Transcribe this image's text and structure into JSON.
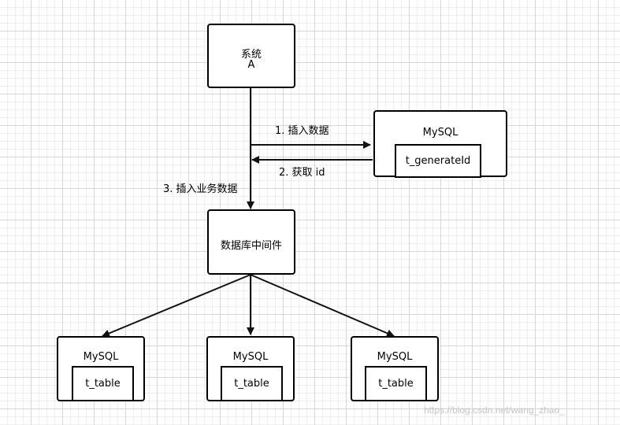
{
  "system_a": {
    "line1": "系统",
    "line2": "A"
  },
  "id_db": {
    "title": "MySQL",
    "table": "t_generateId"
  },
  "middleware": {
    "label": "数据库中间件"
  },
  "steps": {
    "step1": "1. 插入数据",
    "step2": "2. 获取 id",
    "step3": "3. 插入业务数据"
  },
  "shards": [
    {
      "title": "MySQL",
      "table": "t_table"
    },
    {
      "title": "MySQL",
      "table": "t_table"
    },
    {
      "title": "MySQL",
      "table": "t_table"
    }
  ],
  "watermark": "https://blog.csdn.net/wang_zhao_"
}
